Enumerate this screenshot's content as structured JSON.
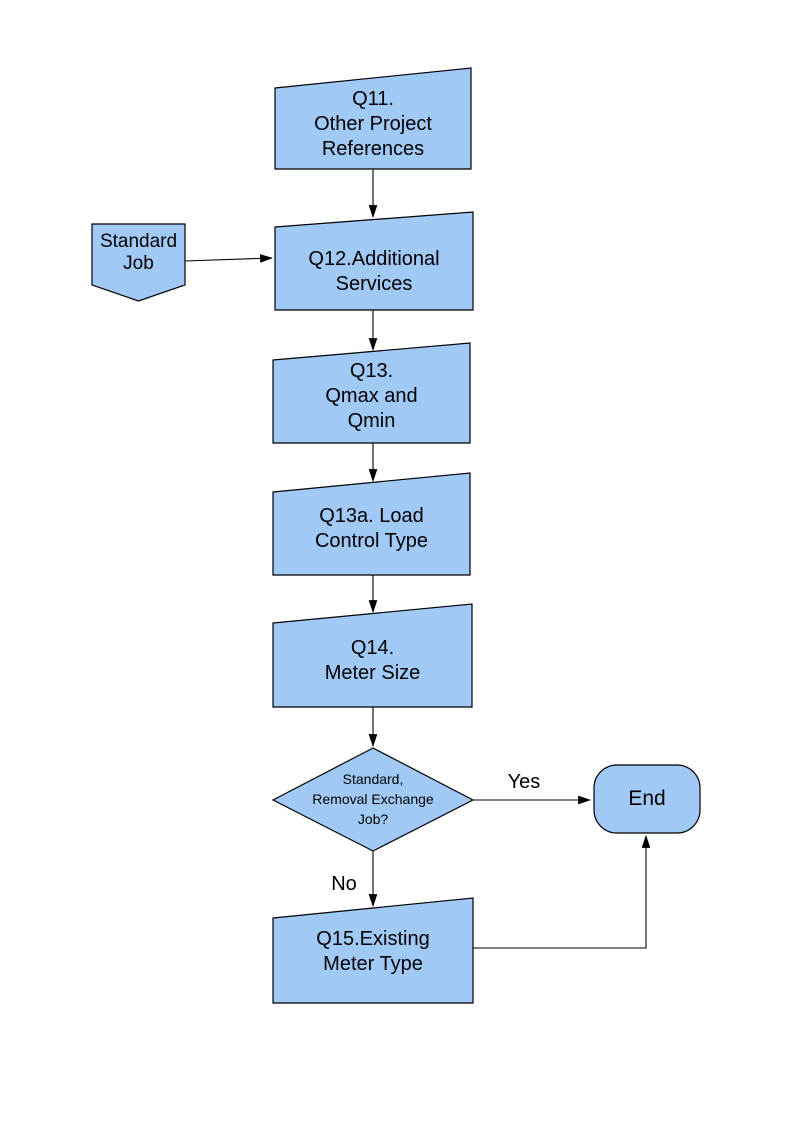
{
  "colors": {
    "shape_fill": "#A0C9F5",
    "shape_stroke": "#000000",
    "connector": "#000000",
    "text": "#000000",
    "page_background": "#FFFFFF"
  },
  "nodes": {
    "q11": {
      "label": "Q11.\nOther Project\nReferences",
      "shape": "process-card"
    },
    "standard_job": {
      "label": "Standard\nJob",
      "shape": "off-page-connector"
    },
    "q12": {
      "label": "Q12.Additional\nServices",
      "shape": "process-card"
    },
    "q13": {
      "label": "Q13.\nQmax and\nQmin",
      "shape": "process-card"
    },
    "q13a": {
      "label": "Q13a. Load\nControl Type",
      "shape": "process-card"
    },
    "q14": {
      "label": "Q14.\nMeter Size",
      "shape": "process-card"
    },
    "decision": {
      "label": "Standard,\nRemoval Exchange\nJob?",
      "shape": "decision-diamond"
    },
    "end": {
      "label": "End",
      "shape": "terminator"
    },
    "q15": {
      "label": "Q15.Existing\nMeter Type",
      "shape": "process-card"
    }
  },
  "edge_labels": {
    "yes": "Yes",
    "no": "No"
  }
}
